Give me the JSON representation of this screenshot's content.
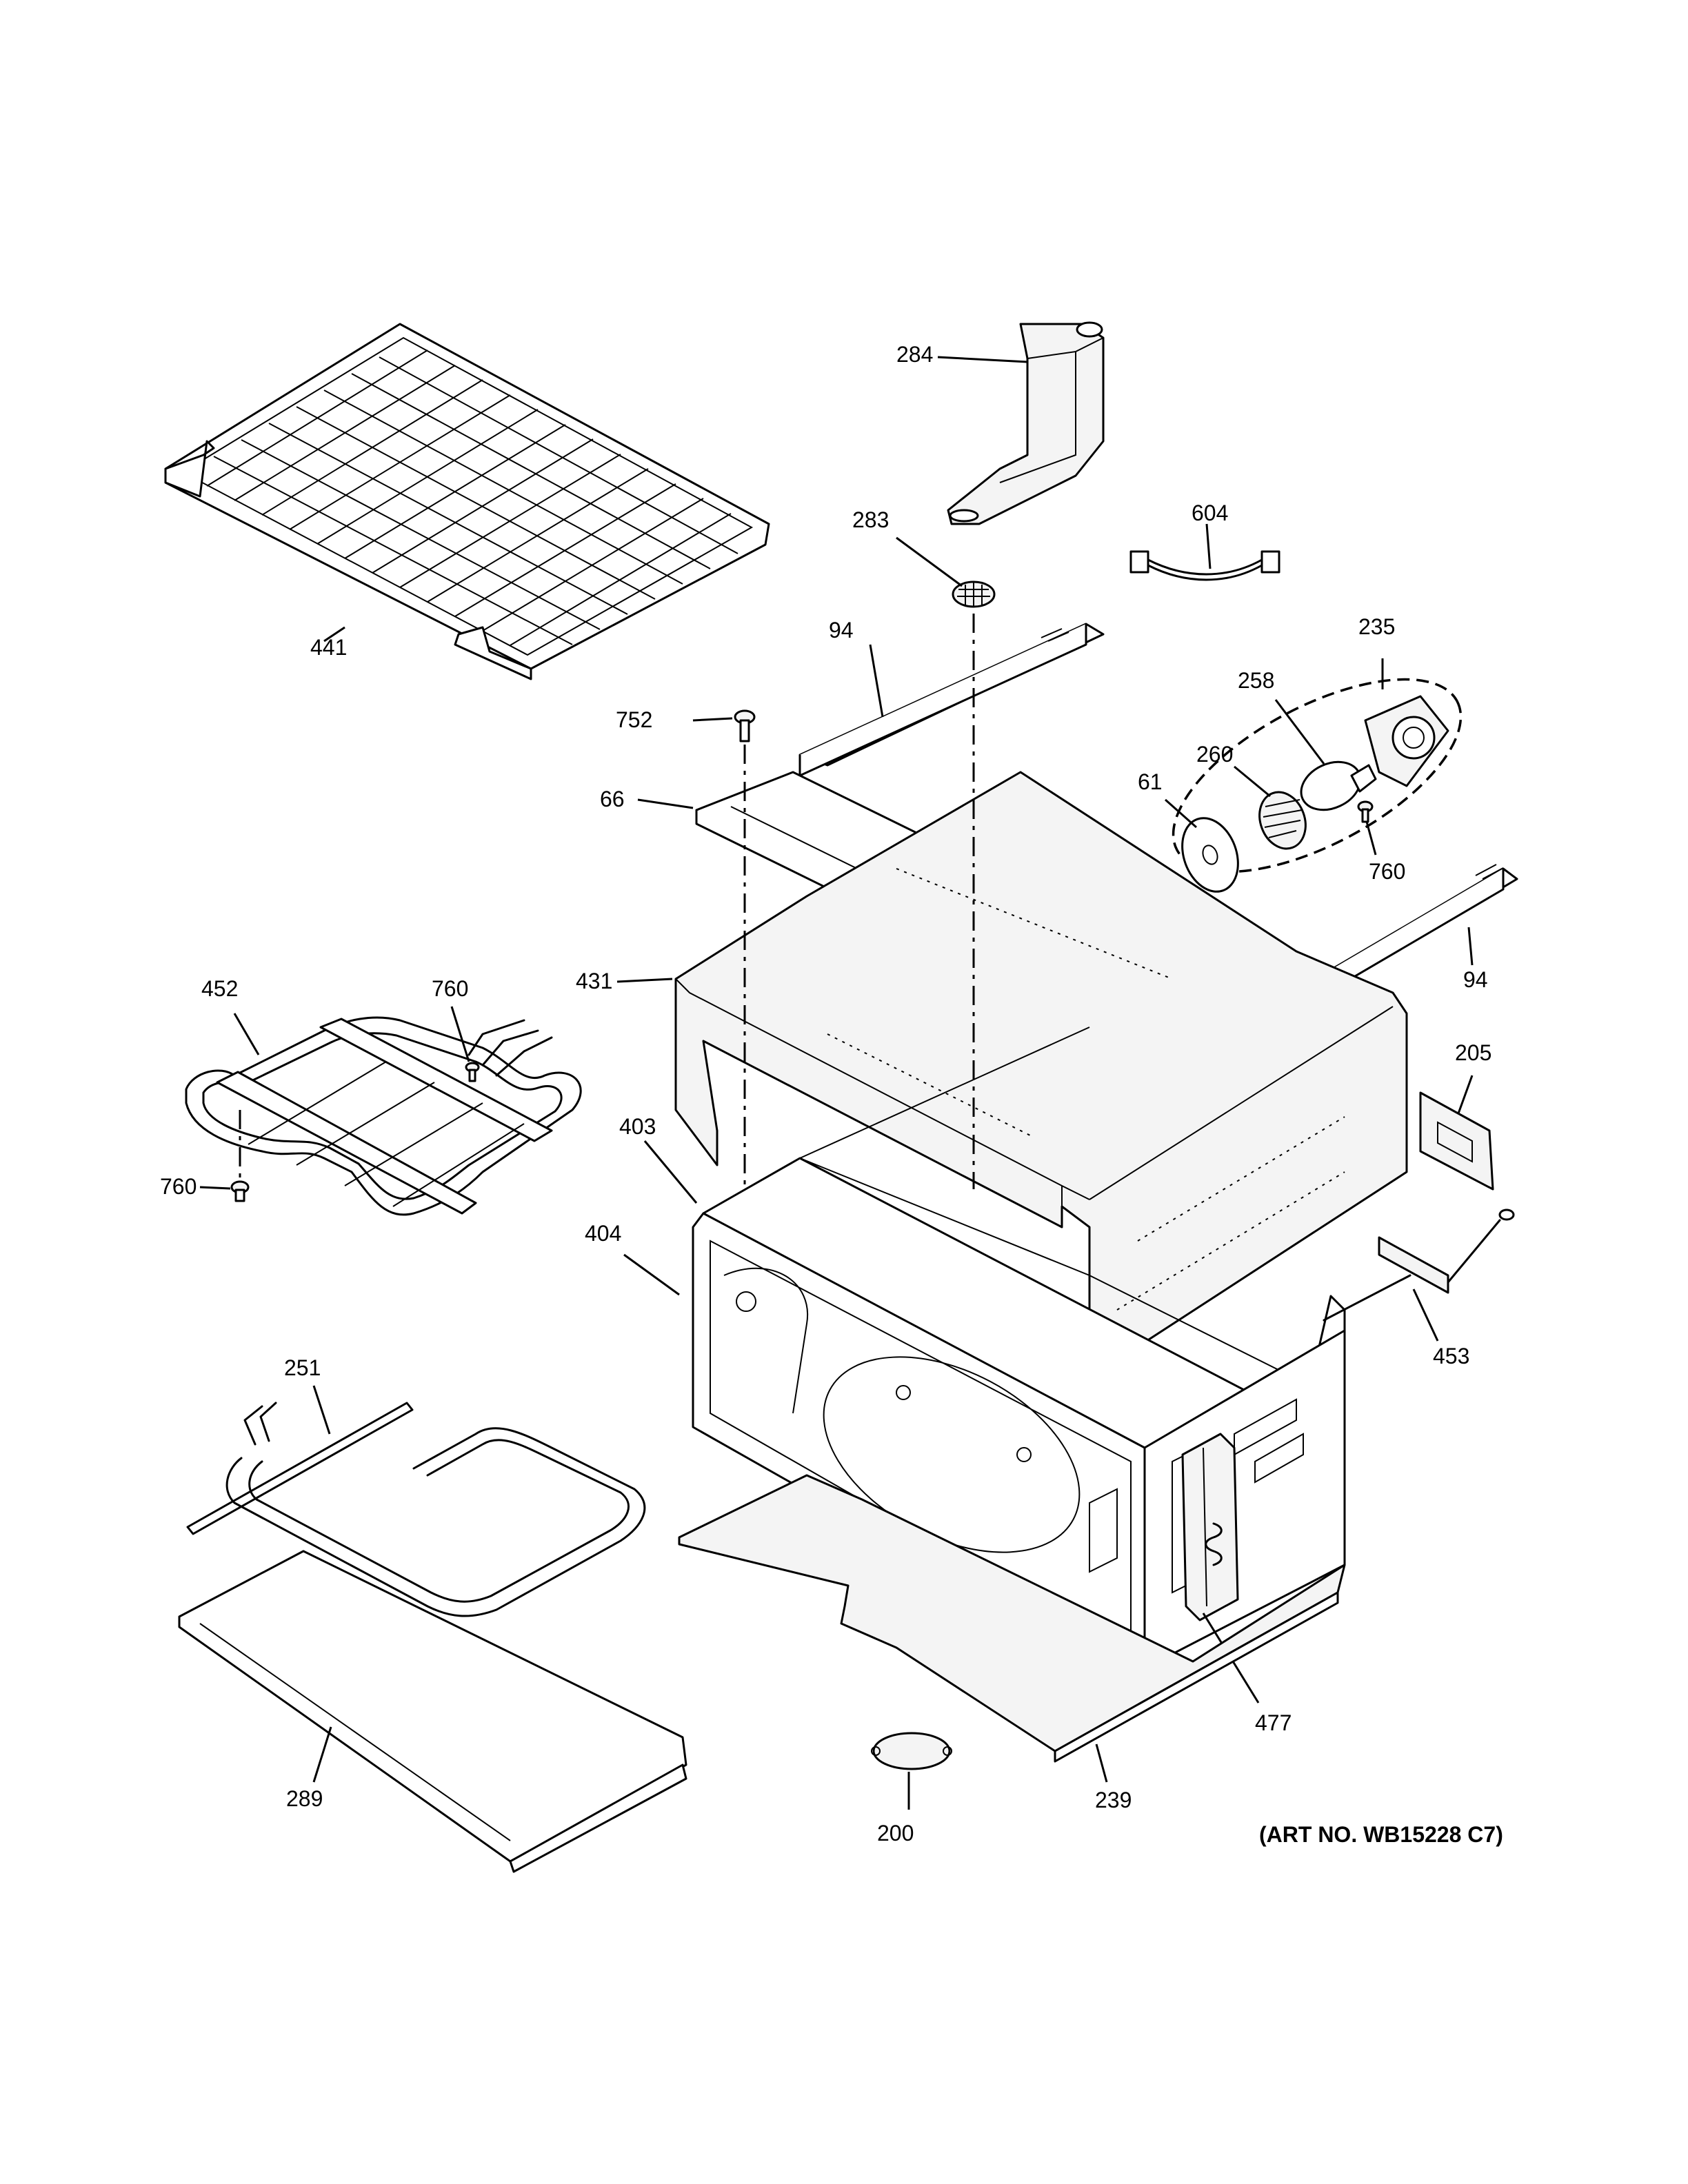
{
  "art_number": "(ART NO. WB15228 C7)",
  "callouts": {
    "p441": "441",
    "p284": "284",
    "p283": "283",
    "p604": "604",
    "p94a": "94",
    "p94b": "94",
    "p235": "235",
    "p258": "258",
    "p260": "260",
    "p61": "61",
    "p760a": "760",
    "p752": "752",
    "p66": "66",
    "p431": "431",
    "p452": "452",
    "p760b": "760",
    "p760c": "760",
    "p205": "205",
    "p403": "403",
    "p404": "404",
    "p453": "453",
    "p251": "251",
    "p477": "477",
    "p289": "289",
    "p239": "239",
    "p200": "200"
  }
}
